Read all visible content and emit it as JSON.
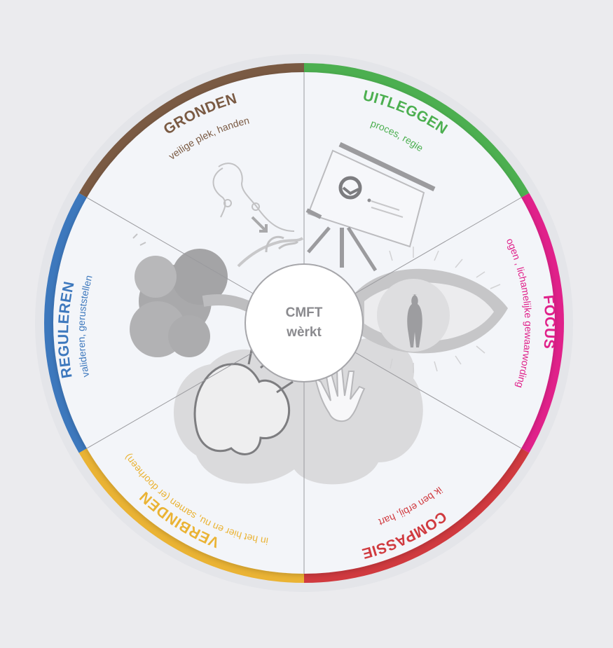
{
  "center": {
    "line1": "CMFT",
    "line2": "wèrkt"
  },
  "colors": {
    "background": "#ebebee",
    "disc": "#f3f5f9",
    "divider": "#9a9a9e",
    "illustration": "#bdbdbf"
  },
  "segments": [
    {
      "id": "uitleggen",
      "title": "UITLEGGEN",
      "subtitle": "proces, regie",
      "color": "#4caf50",
      "icon": "presentation-board-icon"
    },
    {
      "id": "focus",
      "title": "FOCUS",
      "subtitle": "ogen , lichamelijke gewaarwording",
      "color": "#e0218a",
      "icon": "eye-icon"
    },
    {
      "id": "compassie",
      "title": "COMPASSIE",
      "subtitle": "ik ben erbij, hart",
      "color": "#d03a3f",
      "icon": "hand-icon"
    },
    {
      "id": "verbinden",
      "title": "VERBINDEN",
      "subtitle": "in het hier en nu, samen (er doorheen)",
      "color": "#eab334",
      "icon": "heart-organ-icon"
    },
    {
      "id": "reguleren",
      "title": "REGULEREN",
      "subtitle": "valideren, geruststellen",
      "color": "#3d78bd",
      "icon": "lungs-tree-icon"
    },
    {
      "id": "gronden",
      "title": "GRONDEN",
      "subtitle": "veilige plek, handen",
      "color": "#7a5a43",
      "icon": "figure-roots-icon"
    }
  ]
}
